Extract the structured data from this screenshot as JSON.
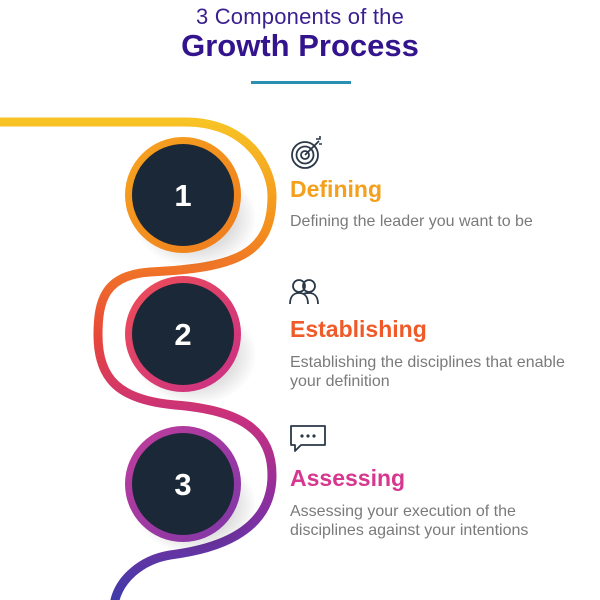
{
  "header": {
    "subtitle": "3 Components of the",
    "title": "Growth Process"
  },
  "colors": {
    "title": "#34148c",
    "divider": "#2a8fb0",
    "step1": "#f4a01c",
    "step2": "#f05a28",
    "step3": "#d6378f",
    "circle_fill": "#1b2838",
    "body_text": "#7a7a7a"
  },
  "steps": [
    {
      "number": "1",
      "icon": "target-icon",
      "heading": "Defining",
      "text": "Defining the leader you want to be"
    },
    {
      "number": "2",
      "icon": "people-icon",
      "heading": "Establishing",
      "text": "Establishing the disciplines that enable your definition"
    },
    {
      "number": "3",
      "icon": "chat-ellipsis-icon",
      "heading": "Assessing",
      "text": "Assessing your execution of the disciplines against your intentions"
    }
  ]
}
